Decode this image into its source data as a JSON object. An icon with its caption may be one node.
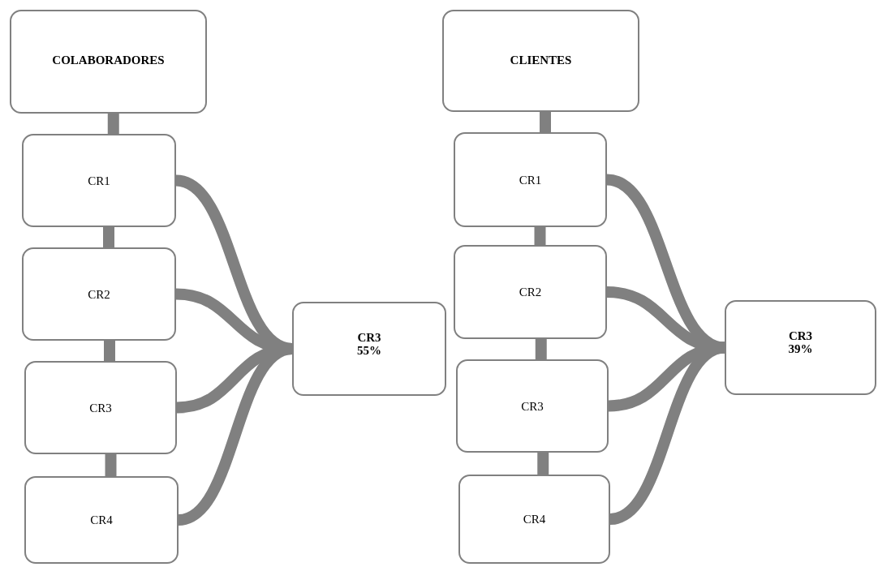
{
  "diagram": {
    "nodes": [
      {
        "text": [
          "COLABORADORES"
        ]
      },
      {
        "text": [
          "CR1"
        ]
      },
      {
        "text": [
          "CR2"
        ]
      },
      {
        "text": [
          "CR3"
        ]
      },
      {
        "text": [
          "CR4"
        ]
      },
      {
        "text": [
          "CR3",
          "55%"
        ]
      },
      {
        "text": [
          "CLIENTES"
        ]
      },
      {
        "text": [
          "CR1"
        ]
      },
      {
        "text": [
          "CR2"
        ]
      },
      {
        "text": [
          "CR3"
        ]
      },
      {
        "text": [
          "CR4"
        ]
      },
      {
        "text": [
          "CR3",
          "39%"
        ]
      }
    ],
    "edges": [
      {
        "from": 0,
        "to": 1,
        "arrow": "none"
      },
      {
        "from": 1,
        "to": 2,
        "arrow": "none"
      },
      {
        "from": 2,
        "to": 3,
        "arrow": "none"
      },
      {
        "from": 3,
        "to": 4,
        "arrow": "none"
      },
      {
        "from": 1,
        "to": 5,
        "arrow": "none"
      },
      {
        "from": 2,
        "to": 5,
        "arrow": "none"
      },
      {
        "from": 3,
        "to": 5,
        "arrow": "none"
      },
      {
        "from": 4,
        "to": 5,
        "arrow": "none"
      },
      {
        "from": 6,
        "to": 7,
        "arrow": "none"
      },
      {
        "from": 7,
        "to": 8,
        "arrow": "none"
      },
      {
        "from": 8,
        "to": 9,
        "arrow": "none"
      },
      {
        "from": 9,
        "to": 10,
        "arrow": "none"
      },
      {
        "from": 7,
        "to": 11,
        "arrow": "none"
      },
      {
        "from": 8,
        "to": 11,
        "arrow": "none"
      },
      {
        "from": 9,
        "to": 11,
        "arrow": "none"
      },
      {
        "from": 10,
        "to": 11,
        "arrow": "none"
      }
    ]
  }
}
